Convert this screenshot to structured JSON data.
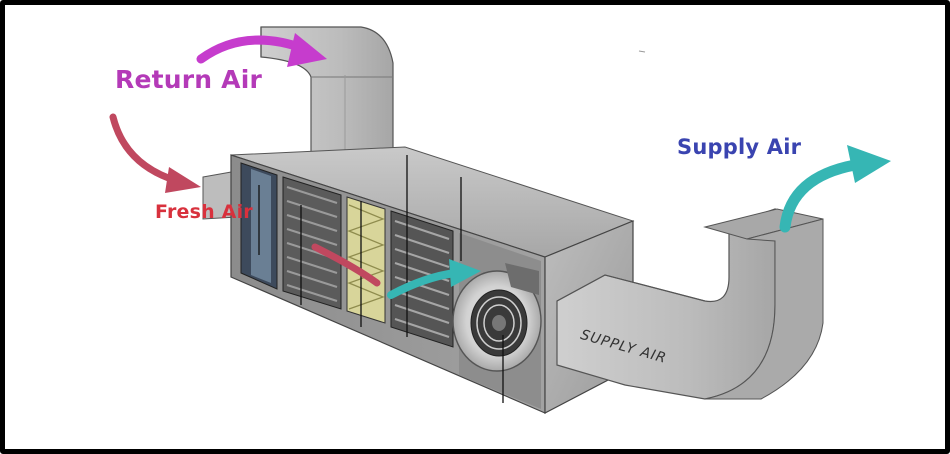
{
  "labels": {
    "return_air": "Return Air",
    "fresh_air": "Fresh Air",
    "supply_air": "Supply  Air",
    "duct_text": "SUPPLY AIR"
  },
  "colors": {
    "return_air": "#b43ab8",
    "fresh_air": "#d8313d",
    "supply_air": "#3a44b0",
    "flow_arrow": "#36b6b4",
    "return_arrow": "#c63ccd",
    "fresh_arrow": "#c0485f",
    "filter": "#d8d59a"
  },
  "components": [
    "return-air-duct",
    "fresh-air-inlet",
    "filter-bank",
    "coil-section",
    "blower-fan",
    "supply-air-duct"
  ]
}
